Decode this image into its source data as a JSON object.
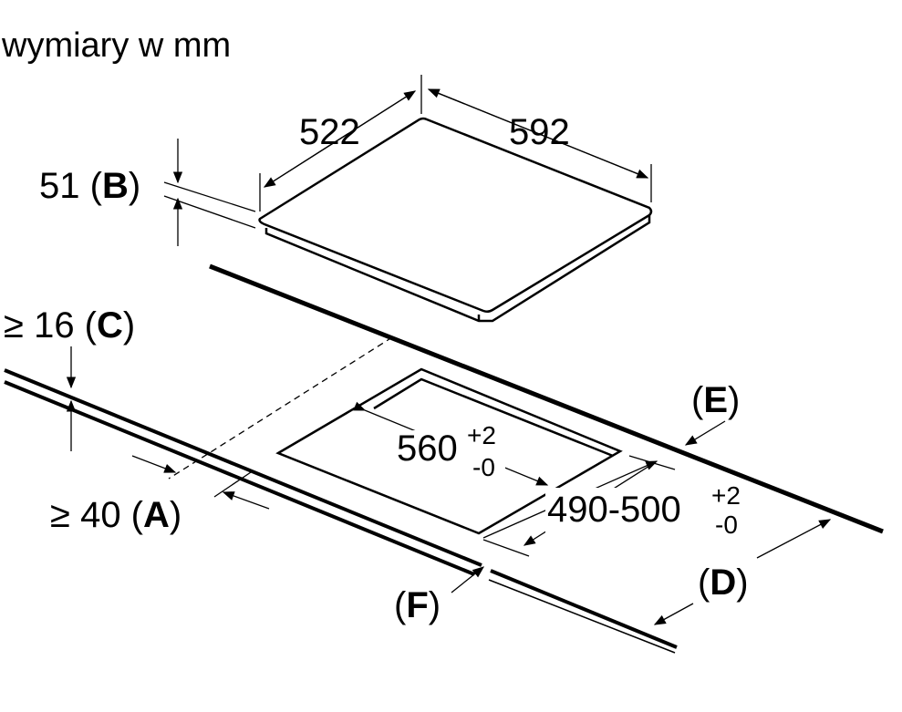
{
  "title": "wymiary w mm",
  "dimensions": {
    "depth": "522",
    "width": "592",
    "height_value": "51",
    "height_label": "B",
    "min_c_value": "≥ 16",
    "min_c_label": "C",
    "min_a_value": "≥ 40",
    "min_a_label": "A",
    "cutout_width": "560",
    "cutout_width_tol_plus": "+2",
    "cutout_width_tol_minus": "-0",
    "cutout_depth": "490-500",
    "cutout_depth_tol_plus": "+2",
    "cutout_depth_tol_minus": "-0",
    "label_e": "E",
    "label_d": "D",
    "label_f": "F"
  }
}
